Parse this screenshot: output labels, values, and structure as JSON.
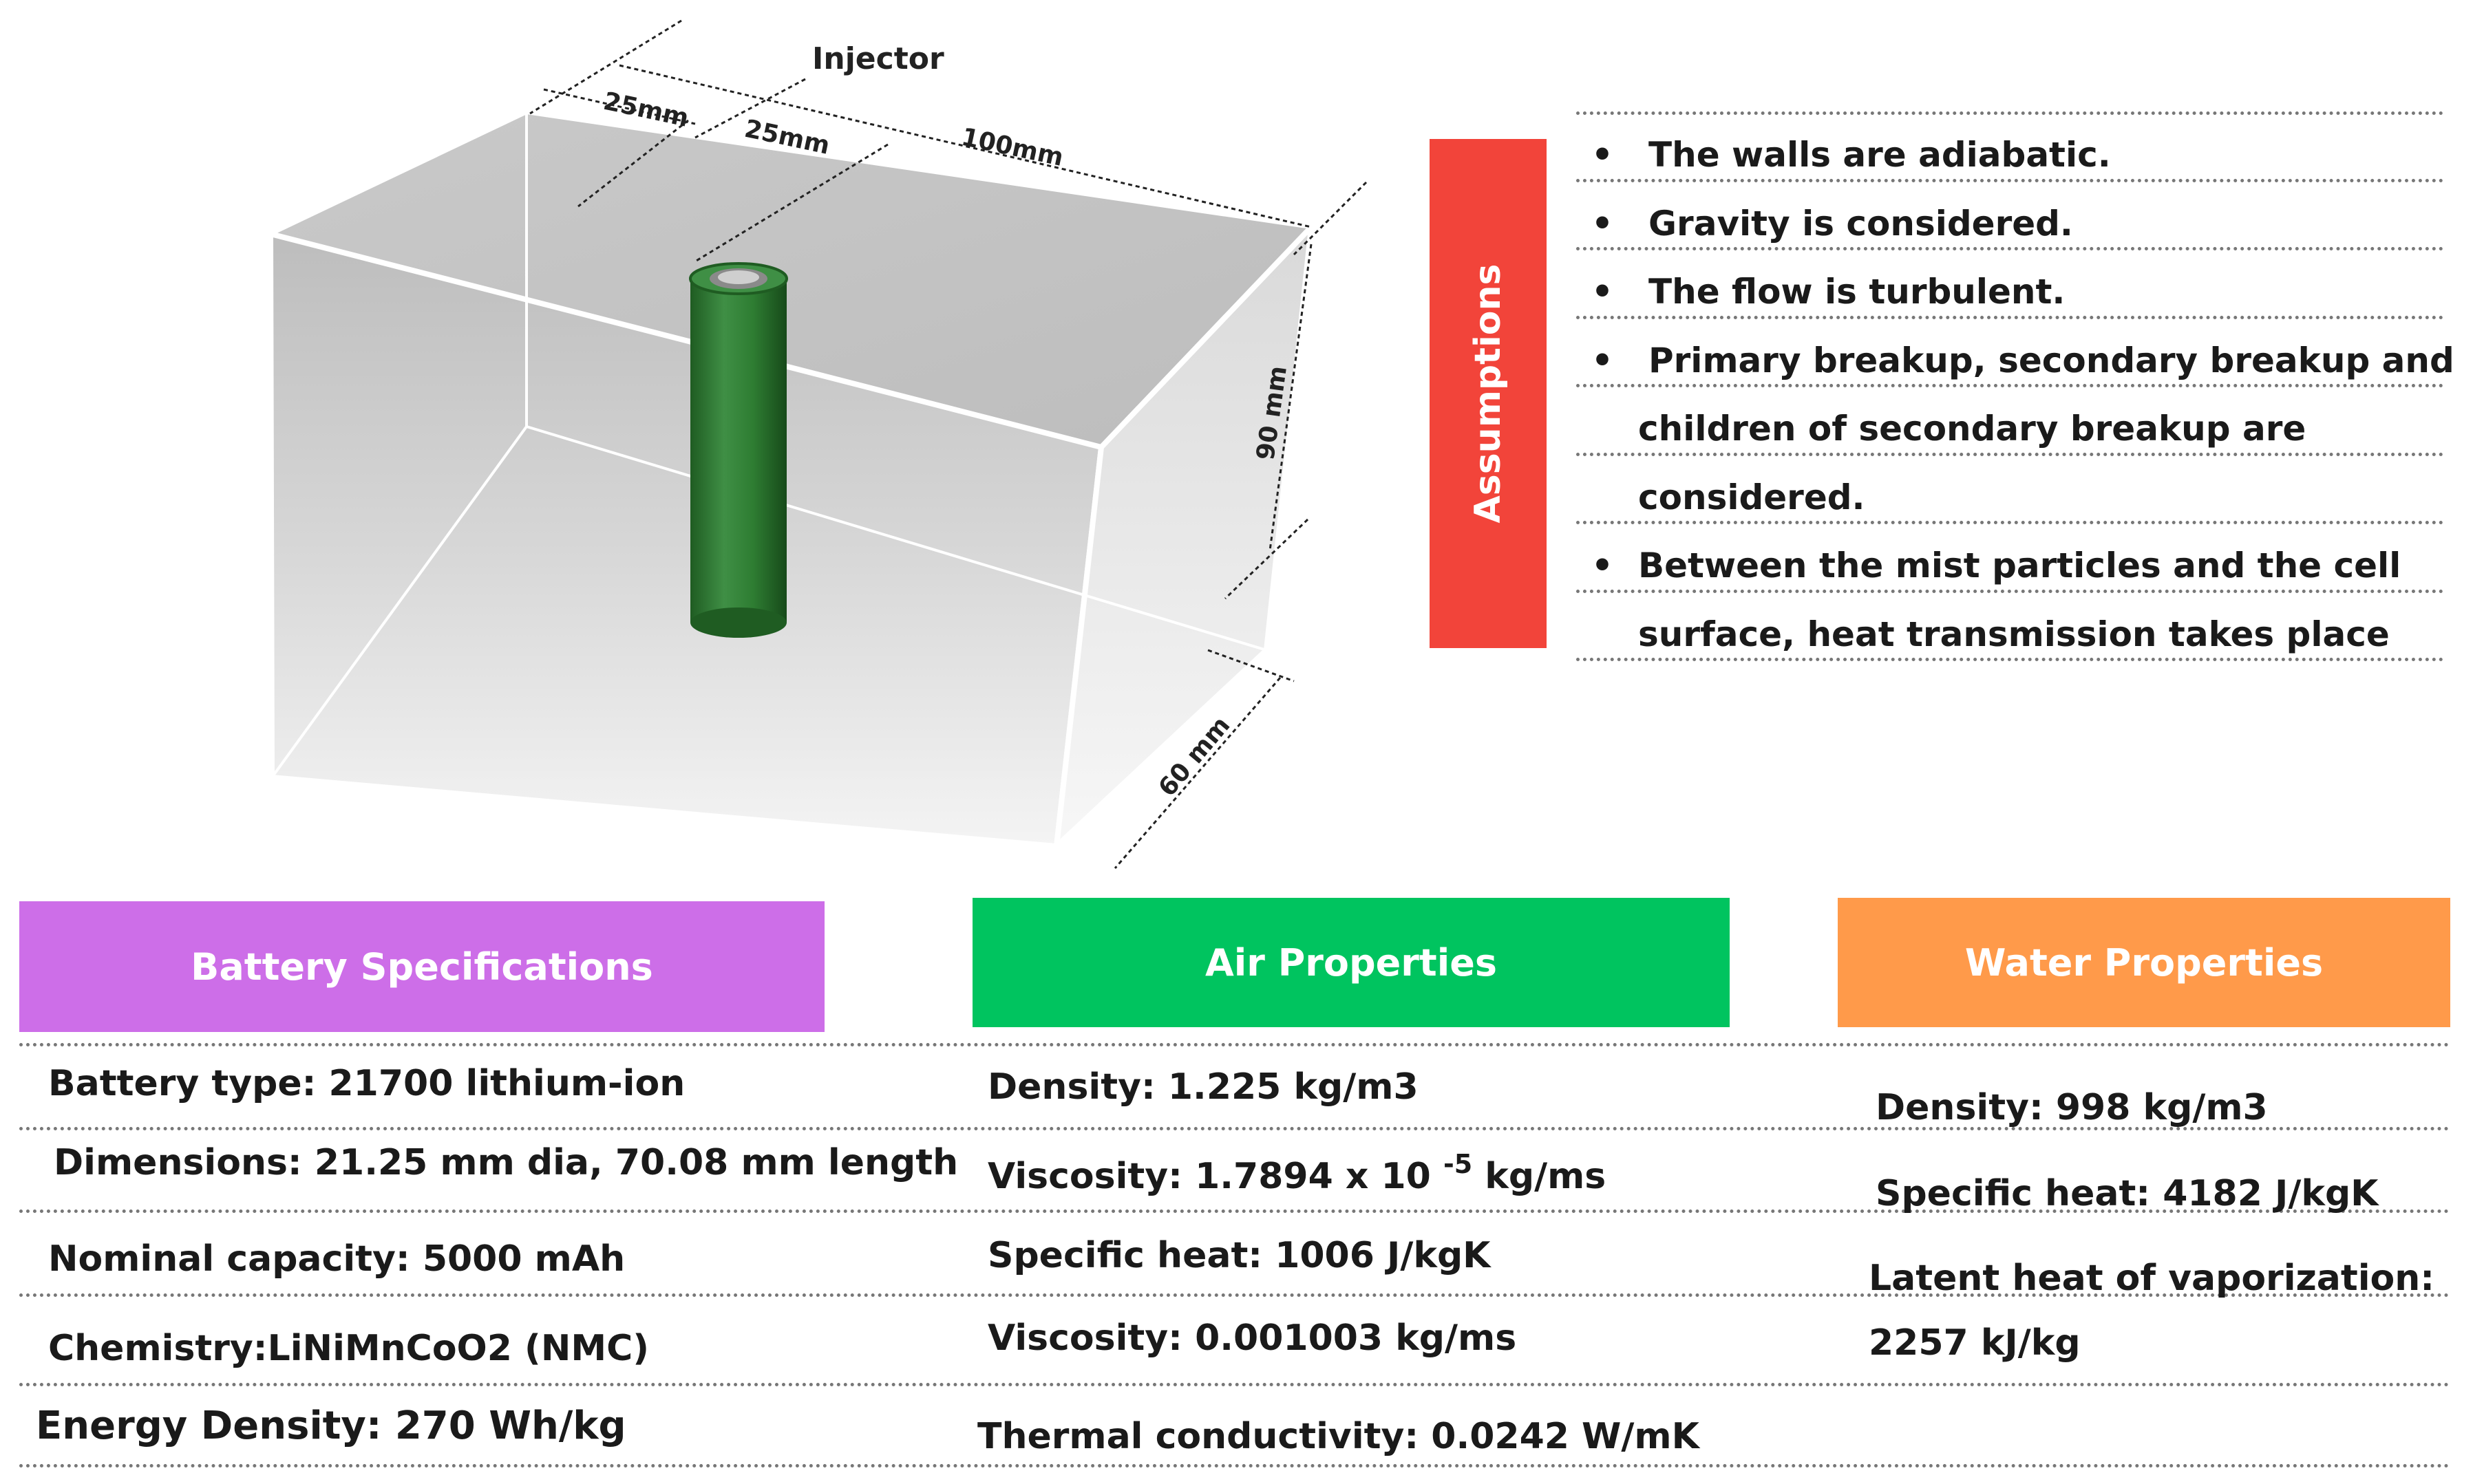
{
  "diagram": {
    "injector_label": "Injector",
    "dim_25a": "25mm",
    "dim_25b": "25mm",
    "dim_100": "100mm",
    "dim_90": "90 mm",
    "dim_60": "60 mm",
    "box_color": "#d9d9d9",
    "cell_color": "#2e7d32"
  },
  "assumptions": {
    "title": "Assumptions",
    "items": [
      "The walls are adiabatic.",
      "Gravity is considered.",
      "The flow is turbulent.",
      "Primary breakup, secondary breakup and",
      "children of secondary breakup are",
      "considered.",
      "Between the mist particles and the cell",
      "surface, heat transmission takes place"
    ]
  },
  "battery": {
    "title": "Battery Specifications",
    "rows": [
      "Battery type: 21700 lithium-ion",
      "Dimensions: 21.25 mm dia, 70.08 mm length",
      "Nominal capacity: 5000 mAh",
      "Chemistry:LiNiMnCoO2 (NMC)",
      "Energy Density:  270 Wh/kg"
    ]
  },
  "air": {
    "title": "Air Properties",
    "rows": [
      "Density: 1.225 kg/m3",
      "Viscosity: 1.7894 x 10",
      "Specific heat: 1006 J/kgK",
      "Viscosity: 0.001003 kg/ms",
      "Thermal conductivity: 0.0242 W/mK"
    ],
    "viscosity_exp": "-5",
    "viscosity_unit": " kg/ms"
  },
  "water": {
    "title": "Water Properties",
    "rows": [
      "Density: 998 kg/m3",
      "Specific heat: 4182 J/kgK",
      "Latent heat of vaporization:",
      "2257 kJ/kg"
    ]
  },
  "colors": {
    "assumptions": "#f2443a",
    "battery": "#cd6ee8",
    "air": "#00c45f",
    "water": "#ff9a4a"
  }
}
